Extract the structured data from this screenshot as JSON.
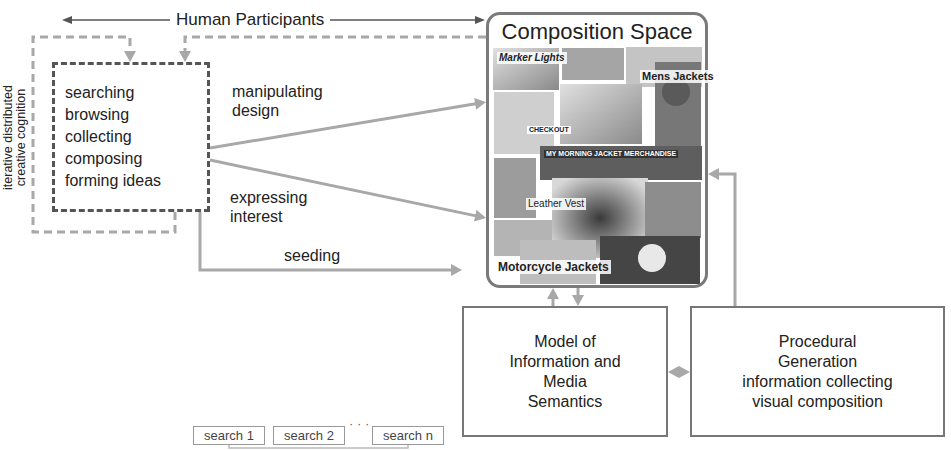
{
  "diagram": {
    "nodes": [
      {
        "text": [
          "searching",
          "browsing",
          "collecting",
          "composing",
          "forming ideas"
        ]
      },
      {
        "text": [
          "Composition Space"
        ]
      },
      {
        "text": [
          "Model of Information and Media Semantics"
        ]
      },
      {
        "text": [
          "Procedural Generation",
          "information collecting visual composition"
        ]
      },
      {
        "text": [
          "search 1"
        ]
      },
      {
        "text": [
          "search 2"
        ]
      },
      {
        "text": [
          "search n"
        ]
      }
    ],
    "edges": [
      {
        "from": 0,
        "to": 1,
        "label": "manipulating design",
        "arrow": "to"
      },
      {
        "from": 0,
        "to": 1,
        "label": "expressing interest",
        "arrow": "to"
      },
      {
        "from": 0,
        "to": 2,
        "label": "seeding",
        "arrow": "to"
      },
      {
        "from": 2,
        "to": 1,
        "arrow": "to"
      },
      {
        "from": 1,
        "to": 2,
        "arrow": "to"
      },
      {
        "from": 2,
        "to": 3,
        "arrow": "both"
      },
      {
        "from": 3,
        "to": 1,
        "arrow": "to"
      },
      {
        "from": 1,
        "to": 0,
        "arrow": "to"
      },
      {
        "from": 0,
        "to": 0,
        "arrow": "to"
      }
    ],
    "labels": [
      "Human Participants",
      "iterative distributed",
      "creative cognition",
      "Marker Lights",
      "Mens Jackets",
      "CHECKOUT",
      "MY MORNING JACKET MERCHANDISE",
      "Leather Vest",
      "Motorcycle Jackets",
      "· · ·"
    ]
  }
}
